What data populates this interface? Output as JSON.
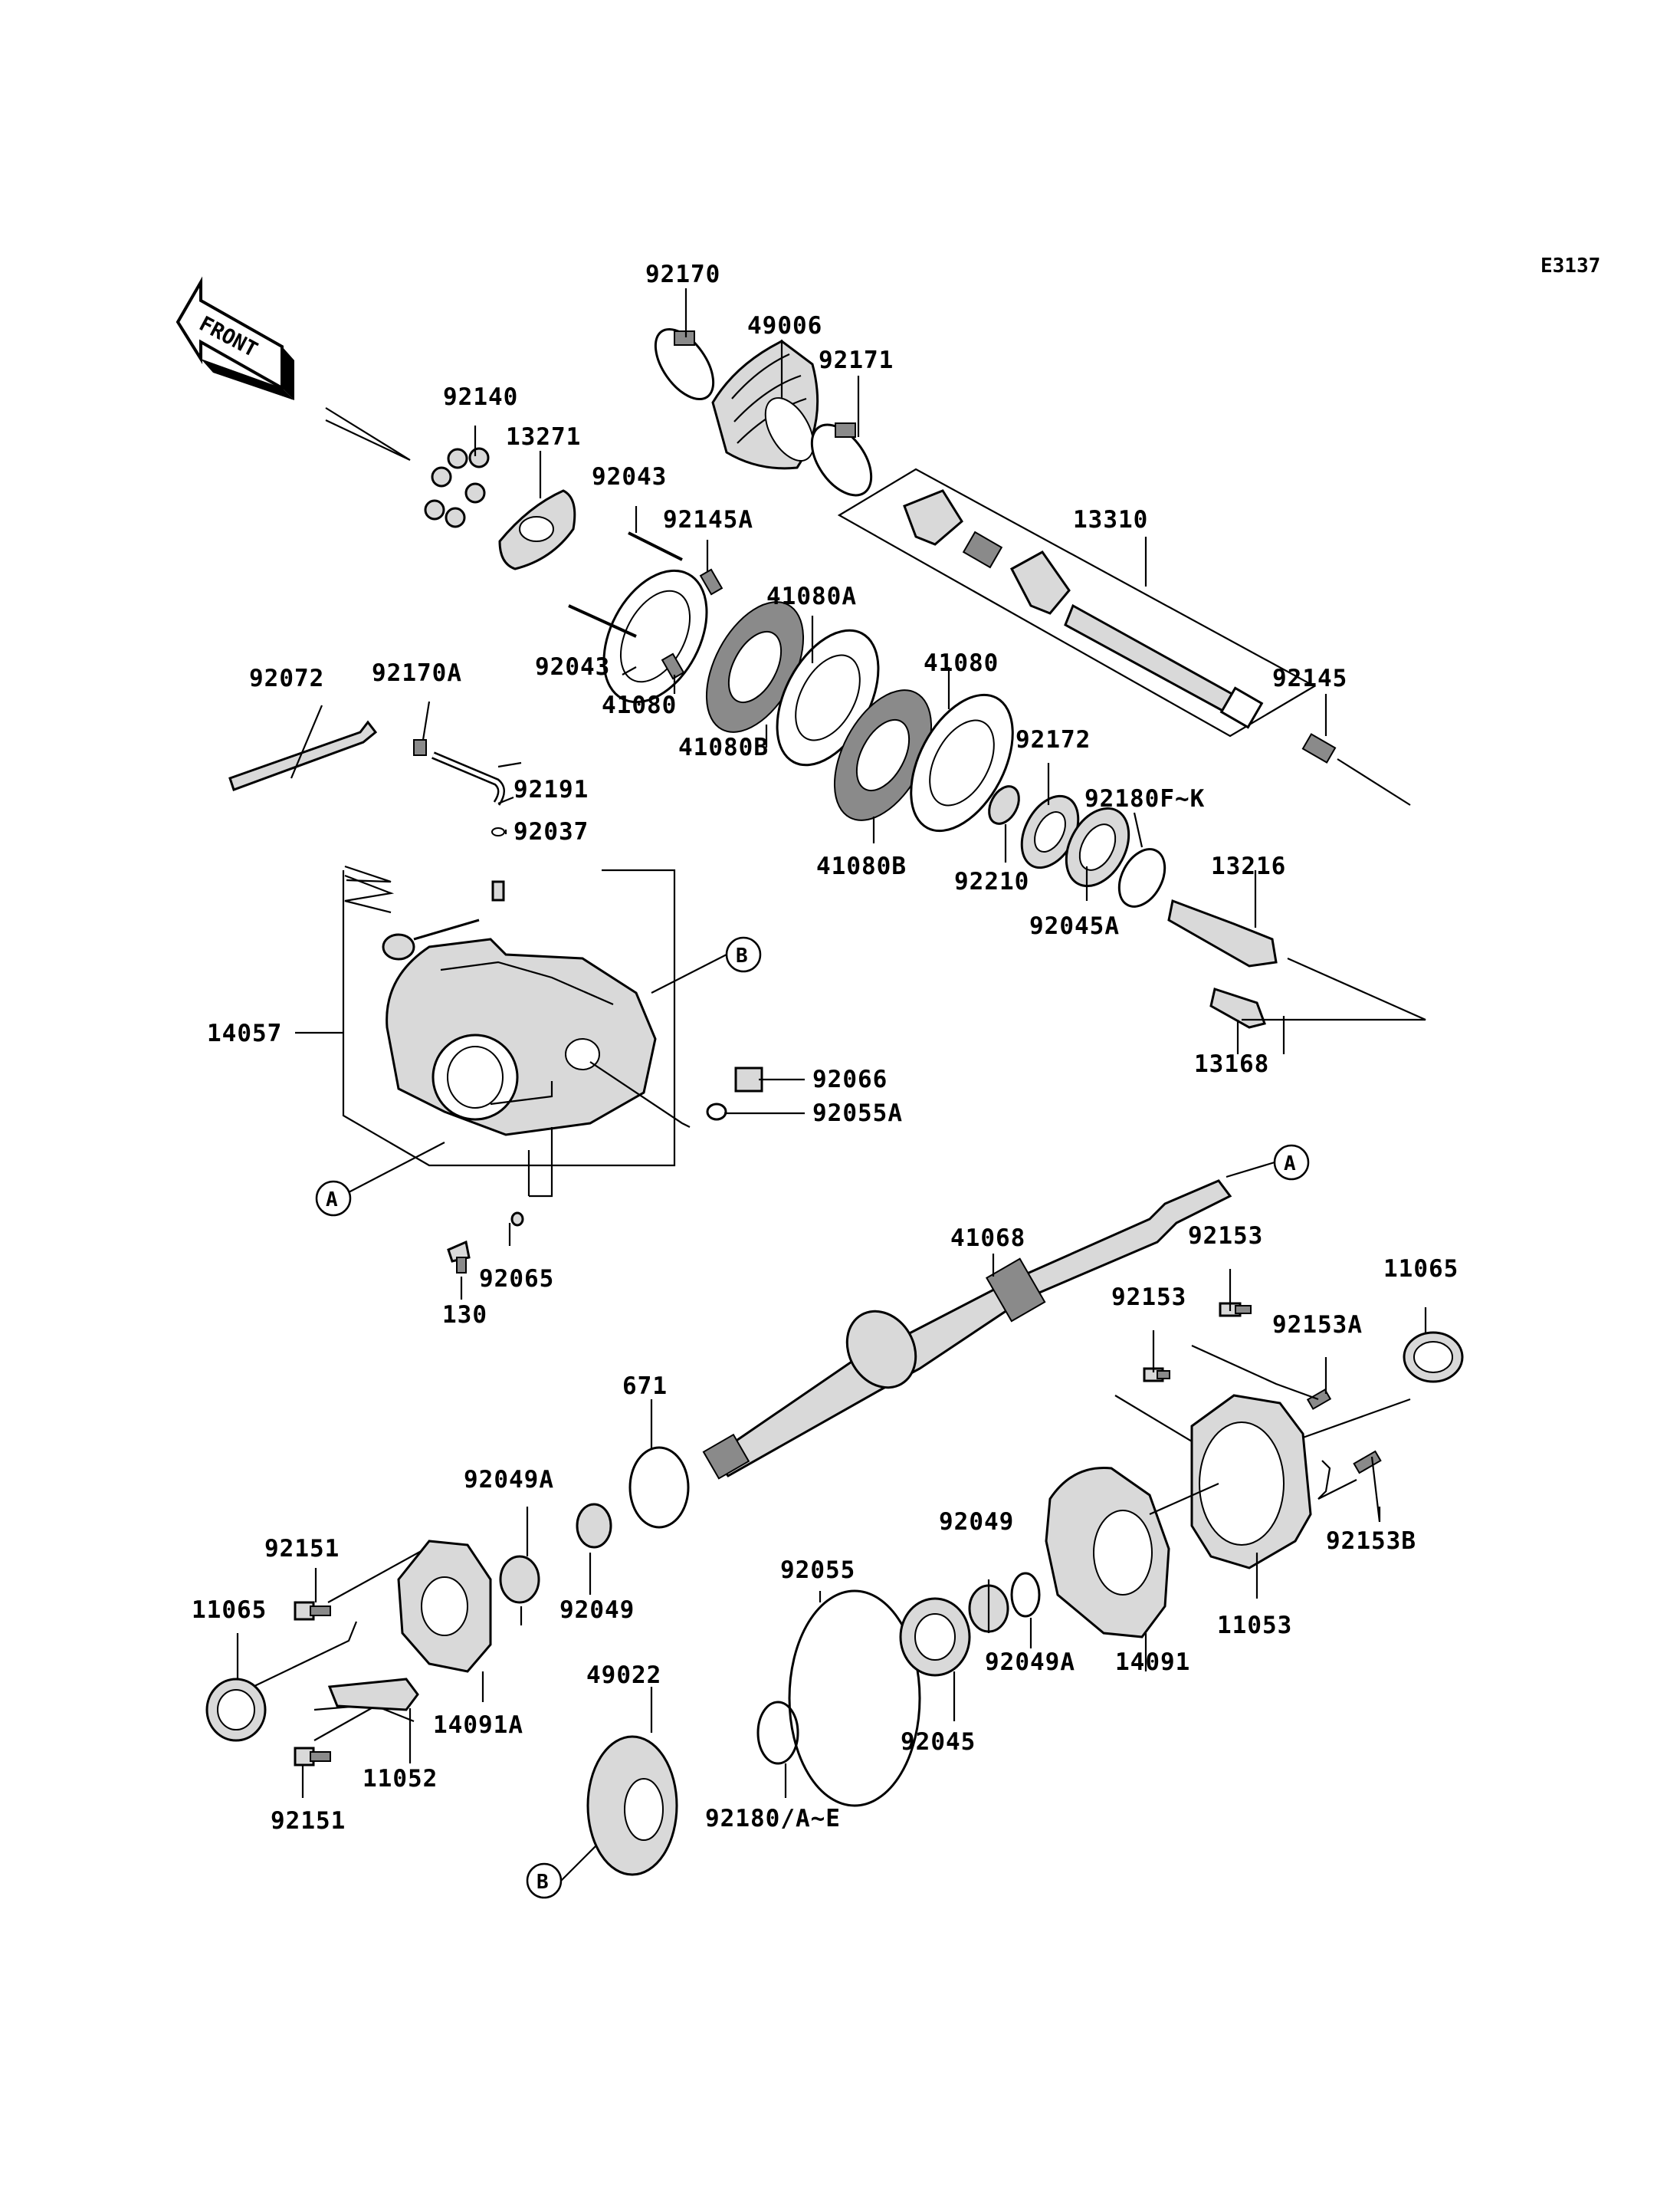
{
  "diagram_code": "E3137",
  "front_arrow_label": "FRONT",
  "labels": {
    "p92170": "92170",
    "p49006": "49006",
    "p92171": "92171",
    "p92140": "92140",
    "p13271": "13271",
    "p92043a": "92043",
    "p92145A": "92145A",
    "p13310": "13310",
    "p41080A": "41080A",
    "p92043b": "92043",
    "p41080a": "41080",
    "p41080b": "41080",
    "p92145": "92145",
    "p92072": "92072",
    "p92170A": "92170A",
    "p41080B1": "41080B",
    "p92172": "92172",
    "p92180FK": "92180F~K",
    "p41080B2": "41080B",
    "p92191": "92191",
    "p92037": "92037",
    "p13216": "13216",
    "p92210": "92210",
    "p92045A": "92045A",
    "p14057": "14057",
    "p13168": "13168",
    "p92066": "92066",
    "p92055A": "92055A",
    "p41068": "41068",
    "p92153a": "92153",
    "p11065a": "11065",
    "p92153b": "92153",
    "p92153A": "92153A",
    "p92065": "92065",
    "p130": "130",
    "p671": "671",
    "p92049A1": "92049A",
    "p92151a": "92151",
    "p92049a": "92049",
    "p92153B": "92153B",
    "p92055": "92055",
    "p92049b": "92049",
    "p11065b": "11065",
    "p11053": "11053",
    "p92049A2": "92049A",
    "p14091": "14091",
    "p49022": "49022",
    "p14091A": "14091A",
    "p92045": "92045",
    "p11052": "11052",
    "p92180AE": "92180/A~E",
    "p92151b": "92151"
  },
  "reference_markers": {
    "A": "A",
    "B": "B"
  }
}
